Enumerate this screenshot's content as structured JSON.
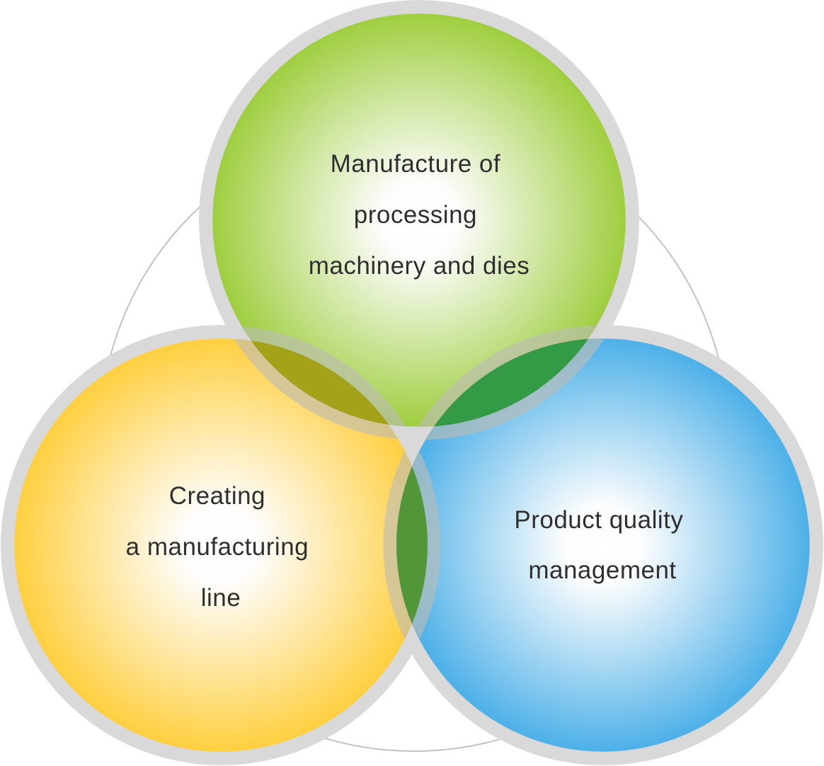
{
  "diagram": {
    "type": "venn",
    "circles": [
      {
        "id": "top",
        "lines": [
          "Manufacture of",
          "processing",
          "machinery and dies"
        ],
        "color": "#9fce3f",
        "highlight": "#ffffff"
      },
      {
        "id": "left",
        "lines": [
          "Creating",
          "a manufacturing",
          "line"
        ],
        "color": "#ffcf3f",
        "highlight": "#ffffff"
      },
      {
        "id": "right",
        "lines": [
          "Product quality",
          "management"
        ],
        "color": "#4cb0e8",
        "highlight": "#ffffff"
      }
    ],
    "overlap_colors": {
      "top_left": "#a3a219",
      "top_right": "#339a45",
      "left_right": "#51973a"
    },
    "ring_color": "#d9d9d9",
    "connector_color": "#c2c2c2"
  }
}
